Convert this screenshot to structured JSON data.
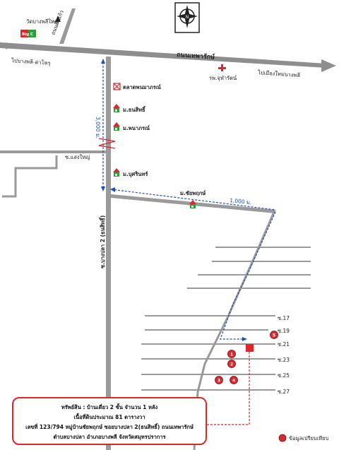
{
  "landmarks": {
    "temple": "วัดบางพลีใหญ่",
    "bigc": "Big C",
    "rd_kingkaew": "ถนนกิ่งแก้ว",
    "thepharak": "ถนนเทพารักษ์",
    "to_bangphli": "ไปบางพลี-ด่าโหรุ",
    "to_new_bangphli": "ไปเมืองใหม่บางพลี",
    "hospital": "รพ.จุฬารัตน์",
    "market": "ตลาดพนมาภรณ์",
    "village1": "ม.ธนสิทธิ์",
    "village2": "ม.พนาภรณ์",
    "soi_saengyai": "ซ.แสงใหญ่",
    "village3": "ม.บุศรินทร์",
    "village4": "ม.ชัยพฤกษ์",
    "dist_3000": "3,000 ม.",
    "dist_1000": "1,000 ม.",
    "vertical_road": "ซ.บางปลา 2 (ธนสิทธิ์)",
    "compass": "N"
  },
  "sois": [
    "ซ.17",
    "ซ.19",
    "ซ.21",
    "ซ.23",
    "ซ.25",
    "ซ.27"
  ],
  "markers": [
    "1",
    "2",
    "3",
    "4",
    "5"
  ],
  "legend": "ข้อมูลเปรียบเทียบ",
  "info": {
    "line1": "ทรัพย์สิน : บ้านเดี่ยว 2 ชั้น จำนวน 1 หลัง",
    "line2": "เนื้อที่ดินประมาณ 81 ตารางวา",
    "line3": "เลขที่ 123/794 หมู่บ้านชัยพฤกษ์ ซอยบางปลา 2(ธนสิทธิ์) ถนนเทพารักษ์",
    "line4": "ตำบลบางปลา อำเภอบางพลี จังหวัดสมุทรปราการ"
  },
  "colors": {
    "road": "#9a9a9a",
    "route": "#1f4fb8",
    "marker": "#d9282e",
    "subject": "#e0262a"
  }
}
